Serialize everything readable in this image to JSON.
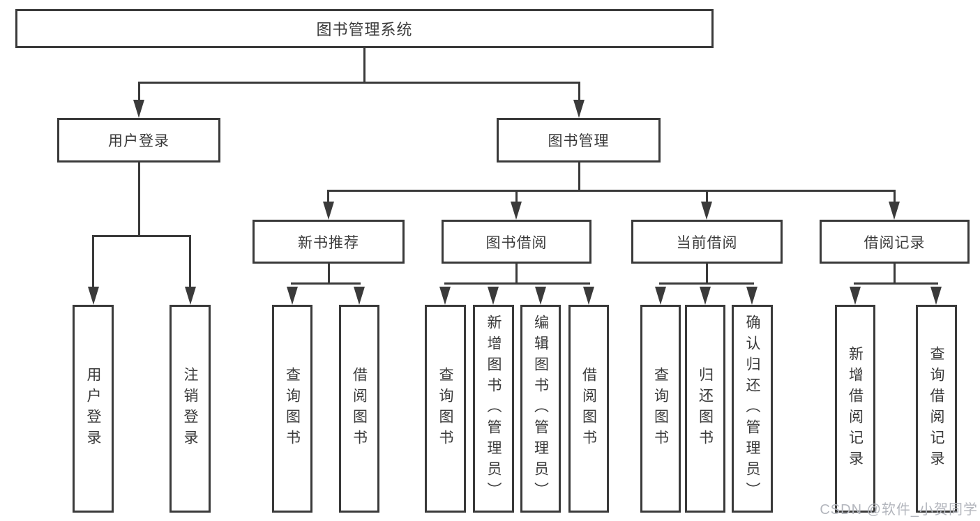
{
  "diagram": {
    "root": {
      "label": "图书管理系统"
    },
    "level2": [
      {
        "label": "用户登录"
      },
      {
        "label": "图书管理"
      }
    ],
    "level3": [
      {
        "label": "新书推荐"
      },
      {
        "label": "图书借阅"
      },
      {
        "label": "当前借阅"
      },
      {
        "label": "借阅记录"
      }
    ],
    "leaves": {
      "login": [
        {
          "label": "用户登录"
        },
        {
          "label": "注销登录"
        }
      ],
      "recommend": [
        {
          "label": "查询图书"
        },
        {
          "label": "借阅图书"
        }
      ],
      "borrow": [
        {
          "label": "查询图书"
        },
        {
          "label": "新增图书（管理员）"
        },
        {
          "label": "编辑图书（管理员）"
        },
        {
          "label": "借阅图书"
        }
      ],
      "current": [
        {
          "label": "查询图书"
        },
        {
          "label": "归还图书"
        },
        {
          "label": "确认归还（管理员）"
        }
      ],
      "records": [
        {
          "label": "新增借阅记录"
        },
        {
          "label": "查询借阅记录"
        }
      ]
    },
    "colors": {
      "line": "#3a3a3a",
      "text": "#3a3a3a",
      "watermark": "#b3b6bd",
      "background": "#ffffff"
    }
  },
  "watermark": {
    "text": "CSDN @软件_小贺同学"
  }
}
